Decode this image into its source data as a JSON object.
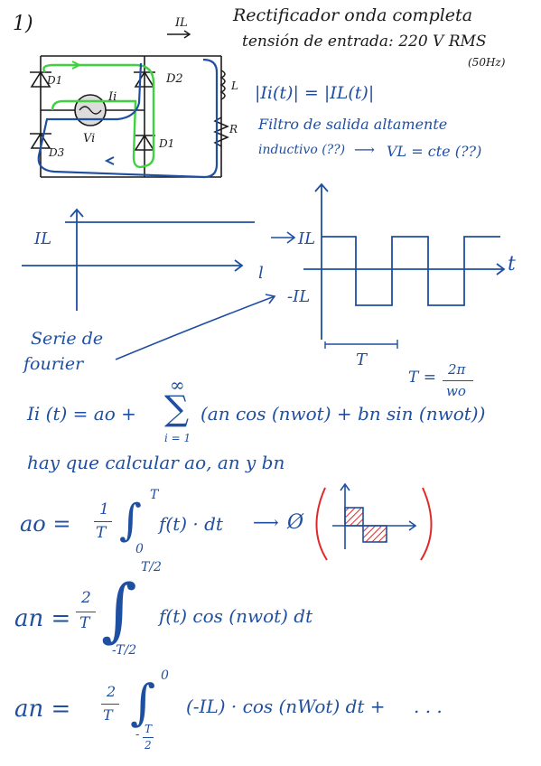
{
  "header": {
    "number": "1)",
    "title": "Rectificador onda completa",
    "input_voltage": "tensión de entrada: 220 V RMS",
    "frequency": "(50Hz)"
  },
  "circuit": {
    "labels": {
      "d1_left": "D1",
      "d2": "D2",
      "d1_right": "D1",
      "d3": "D3",
      "source_current": "Ii",
      "source_voltage": "Vi",
      "inductor": "L",
      "resistor": "R",
      "load_current": "IL"
    }
  },
  "notes": {
    "abs_relation": "|Ii(t)| = |IL(t)|",
    "filter_line1": "Filtro de salida altamente",
    "filter_line2": "inductivo (??)",
    "filter_result": "VL = cte (??)"
  },
  "graph_left": {
    "ylabel": "IL",
    "xlabel": "l"
  },
  "graph_right": {
    "arrow_label": "IL",
    "low_label": "-IL",
    "t_label": "t",
    "period_label": "T"
  },
  "fourier": {
    "label_line1": "Serie de",
    "label_line2": "fourier",
    "period_def_T": "T =",
    "period_num": "2π",
    "period_den": "wo",
    "series_lhs": "Ii (t) = ao +",
    "sum_top": "∞",
    "sum_bottom": "i = 1",
    "series_rhs": "(an cos (nwot) + bn sin (nwot))",
    "need_calc": "hay que calcular ao, an y bn"
  },
  "a0": {
    "lhs": "ao =",
    "frac_num": "1",
    "frac_den": "T",
    "int_top": "T",
    "int_bottom": "0",
    "integrand": "f(t) · dt",
    "result": "Ø"
  },
  "an1": {
    "lhs": "an =",
    "frac_num": "2",
    "frac_den": "T",
    "int_top": "T/2",
    "int_bottom": "-T/2",
    "integrand": "f(t) cos (nwot) dt"
  },
  "an2": {
    "lhs": "an =",
    "frac_num": "2",
    "frac_den": "T",
    "int_top": "0",
    "int_bottom_num": "T",
    "int_bottom_den": "2",
    "int_bottom_sign": "-",
    "integrand": "(-IL) · cos (nWot) dt +",
    "ellipsis": ". . ."
  },
  "colors": {
    "ink": "#1a1a1a",
    "blue": "#1f4fa0",
    "green": "#3fd13f",
    "red": "#e02a2a"
  }
}
